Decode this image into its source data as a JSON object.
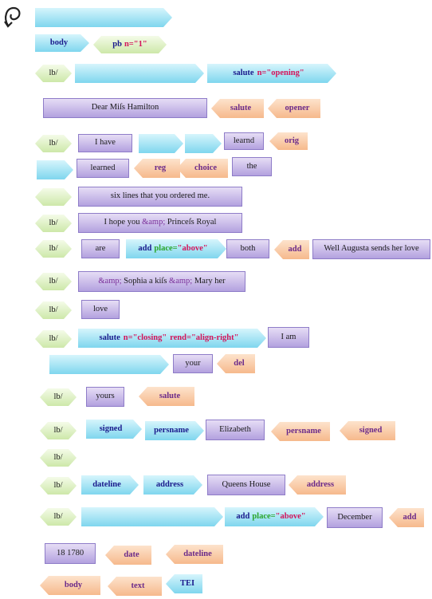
{
  "blocks": {
    "b01": "",
    "b02": "body",
    "b03": "pb",
    "b04": "n=\"1\"",
    "b05": "lb/",
    "b06": "",
    "b07": "salute",
    "b08": "n=\"opening\"",
    "b09": "Dear Miſs Hamilton",
    "b10": "salute",
    "b11": "opener",
    "b12": "lb/",
    "b13": "I have",
    "b14": "",
    "b15": "",
    "b16": "learnd",
    "b17": "orig",
    "b18": "",
    "b19": "learned",
    "b20": "reg",
    "b21": "choice",
    "b22": "the",
    "b23": "",
    "b24": "six lines that you ordered me.",
    "b25": "lb/",
    "b26a": "I hope you ",
    "b26b": "&amp;",
    "b26c": " Princeſs Royal",
    "b27": "lb/",
    "b28": "are",
    "b29": "add",
    "b30": "place=\"above\"",
    "b31": "both",
    "b32": "add",
    "b33": "Well Augusta sends her love",
    "b34": "lb/",
    "b35a": "&amp;",
    "b35b": " Sophia a kiſs ",
    "b35c": "&amp;",
    "b35d": " Mary her",
    "b36": "lb/",
    "b37": "love",
    "b38": "lb/",
    "b39": "salute",
    "b40": "n=\"closing\"",
    "b41": "rend=\"align-right\"",
    "b42": "I am",
    "b43": "",
    "b44": "your",
    "b45": "del",
    "b46": "lb/",
    "b47": "yours",
    "b48": "salute",
    "b49": "lb/",
    "b50": "signed",
    "b51": "persname",
    "b52": "Elizabeth",
    "b53": "persname",
    "b54": "signed",
    "b55": "lb/",
    "b56": "lb/",
    "b57": "dateline",
    "b58": "address",
    "b59": "Queens House",
    "b60": "address",
    "b61": "lb/",
    "b62": "",
    "b63": "add",
    "b64": "place=\"above\"",
    "b65": "December",
    "b66": "add",
    "b67": "18 1780",
    "b68": "date",
    "b69": "dateline",
    "b70": "body",
    "b71": "text",
    "b72": "TEI"
  }
}
